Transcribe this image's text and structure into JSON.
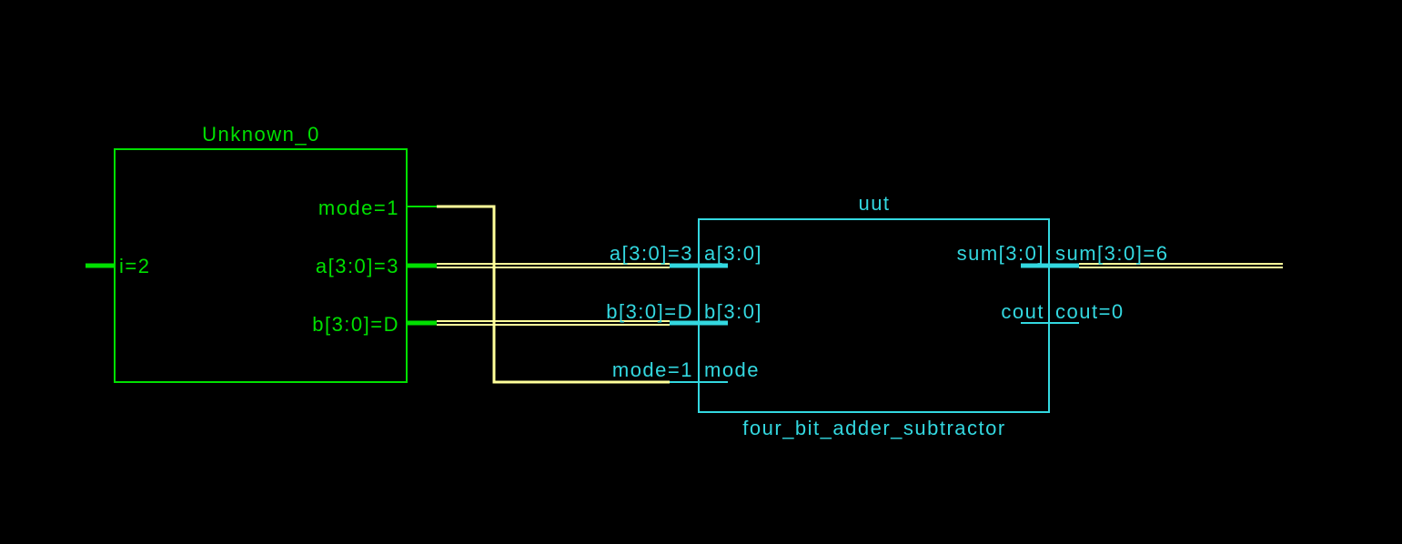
{
  "colors": {
    "background": "#000000",
    "stimulus": "#00e000",
    "module": "#33d8e0",
    "wire": "#ffff9a",
    "wire_edge": "#c8c8a0"
  },
  "stimulus_block": {
    "name": "Unknown_0",
    "ports": {
      "input_i": "i=2",
      "mode": "mode=1",
      "a": "a[3:0]=3",
      "b": "b[3:0]=D"
    }
  },
  "module_block": {
    "instance_name": "uut",
    "type_name": "four_bit_adder_subtractor",
    "inputs": {
      "a_value": "a[3:0]=3",
      "a_port": "a[3:0]",
      "b_value": "b[3:0]=D",
      "b_port": "b[3:0]",
      "mode_value": "mode=1",
      "mode_port": "mode"
    },
    "outputs": {
      "sum_port": "sum[3:0]",
      "sum_value": "sum[3:0]=6",
      "cout_port": "cout",
      "cout_value": "cout=0"
    }
  }
}
